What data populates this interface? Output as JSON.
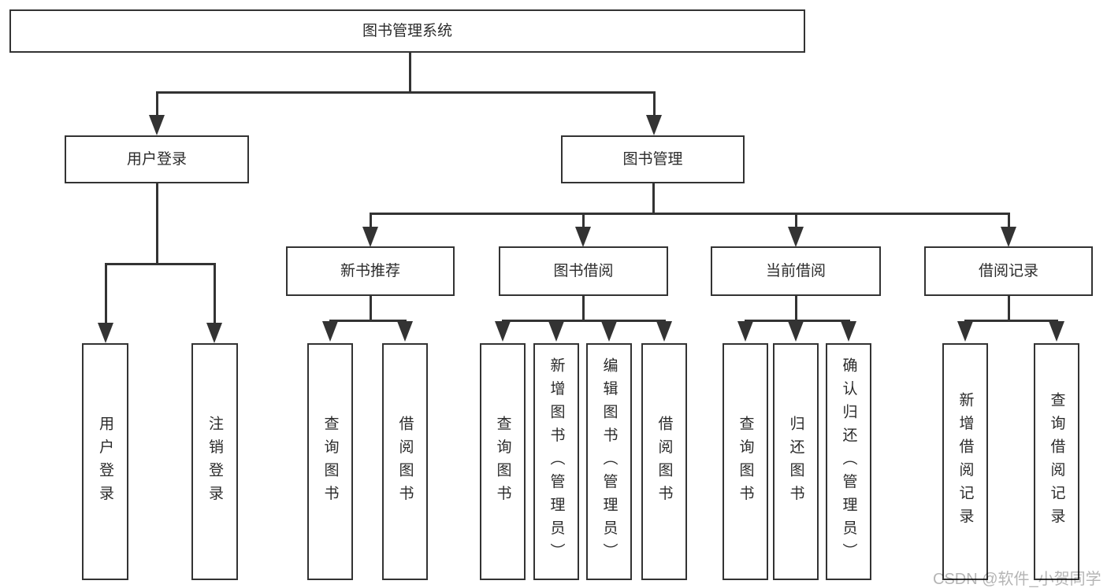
{
  "title": "图书管理系统",
  "watermark": "CSDN @软件_小贺同学",
  "colors": {
    "line": "#333333",
    "box_background": "#ffffff",
    "text": "#2b2b2b",
    "watermark": "#b5b5b5"
  },
  "tree": {
    "root": "图书管理系统",
    "branches": [
      {
        "label": "用户登录",
        "children": [
          "用户登录",
          "注销登录"
        ]
      },
      {
        "label": "图书管理",
        "children": [
          {
            "label": "新书推荐",
            "children": [
              "查询图书",
              "借阅图书"
            ]
          },
          {
            "label": "图书借阅",
            "children": [
              "查询图书",
              "新增图书（管理员）",
              "编辑图书（管理员）",
              "借阅图书"
            ]
          },
          {
            "label": "当前借阅",
            "children": [
              "查询图书",
              "归还图书",
              "确认归还（管理员）"
            ]
          },
          {
            "label": "借阅记录",
            "children": [
              "新增借阅记录",
              "查询借阅记录"
            ]
          }
        ]
      }
    ]
  }
}
